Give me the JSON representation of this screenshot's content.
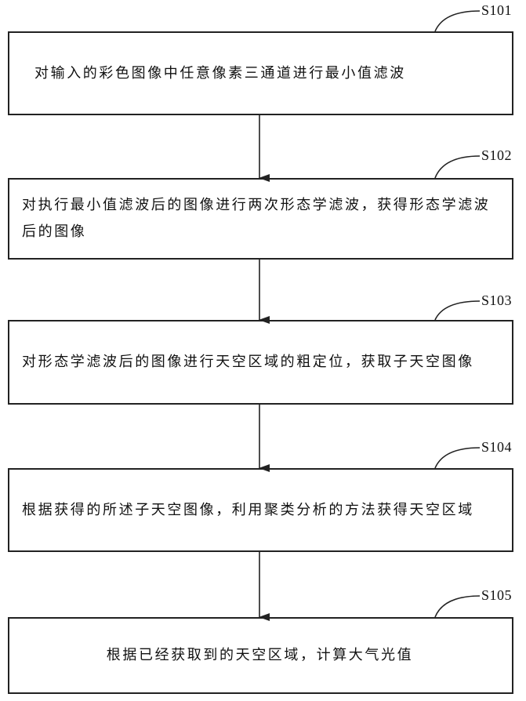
{
  "steps": [
    {
      "id": "S101",
      "text": "对输入的彩色图像中任意像素三通道进行最小值滤波"
    },
    {
      "id": "S102",
      "text": "对执行最小值滤波后的图像进行两次形态学滤波，获得形态学滤波后的图像"
    },
    {
      "id": "S103",
      "text": "对形态学滤波后的图像进行天空区域的粗定位，获取子天空图像"
    },
    {
      "id": "S104",
      "text": "根据获得的所述子天空图像，利用聚类分析的方法获得天空区域"
    },
    {
      "id": "S105",
      "text": "根据已经获取到的天空区域，计算大气光值"
    }
  ]
}
